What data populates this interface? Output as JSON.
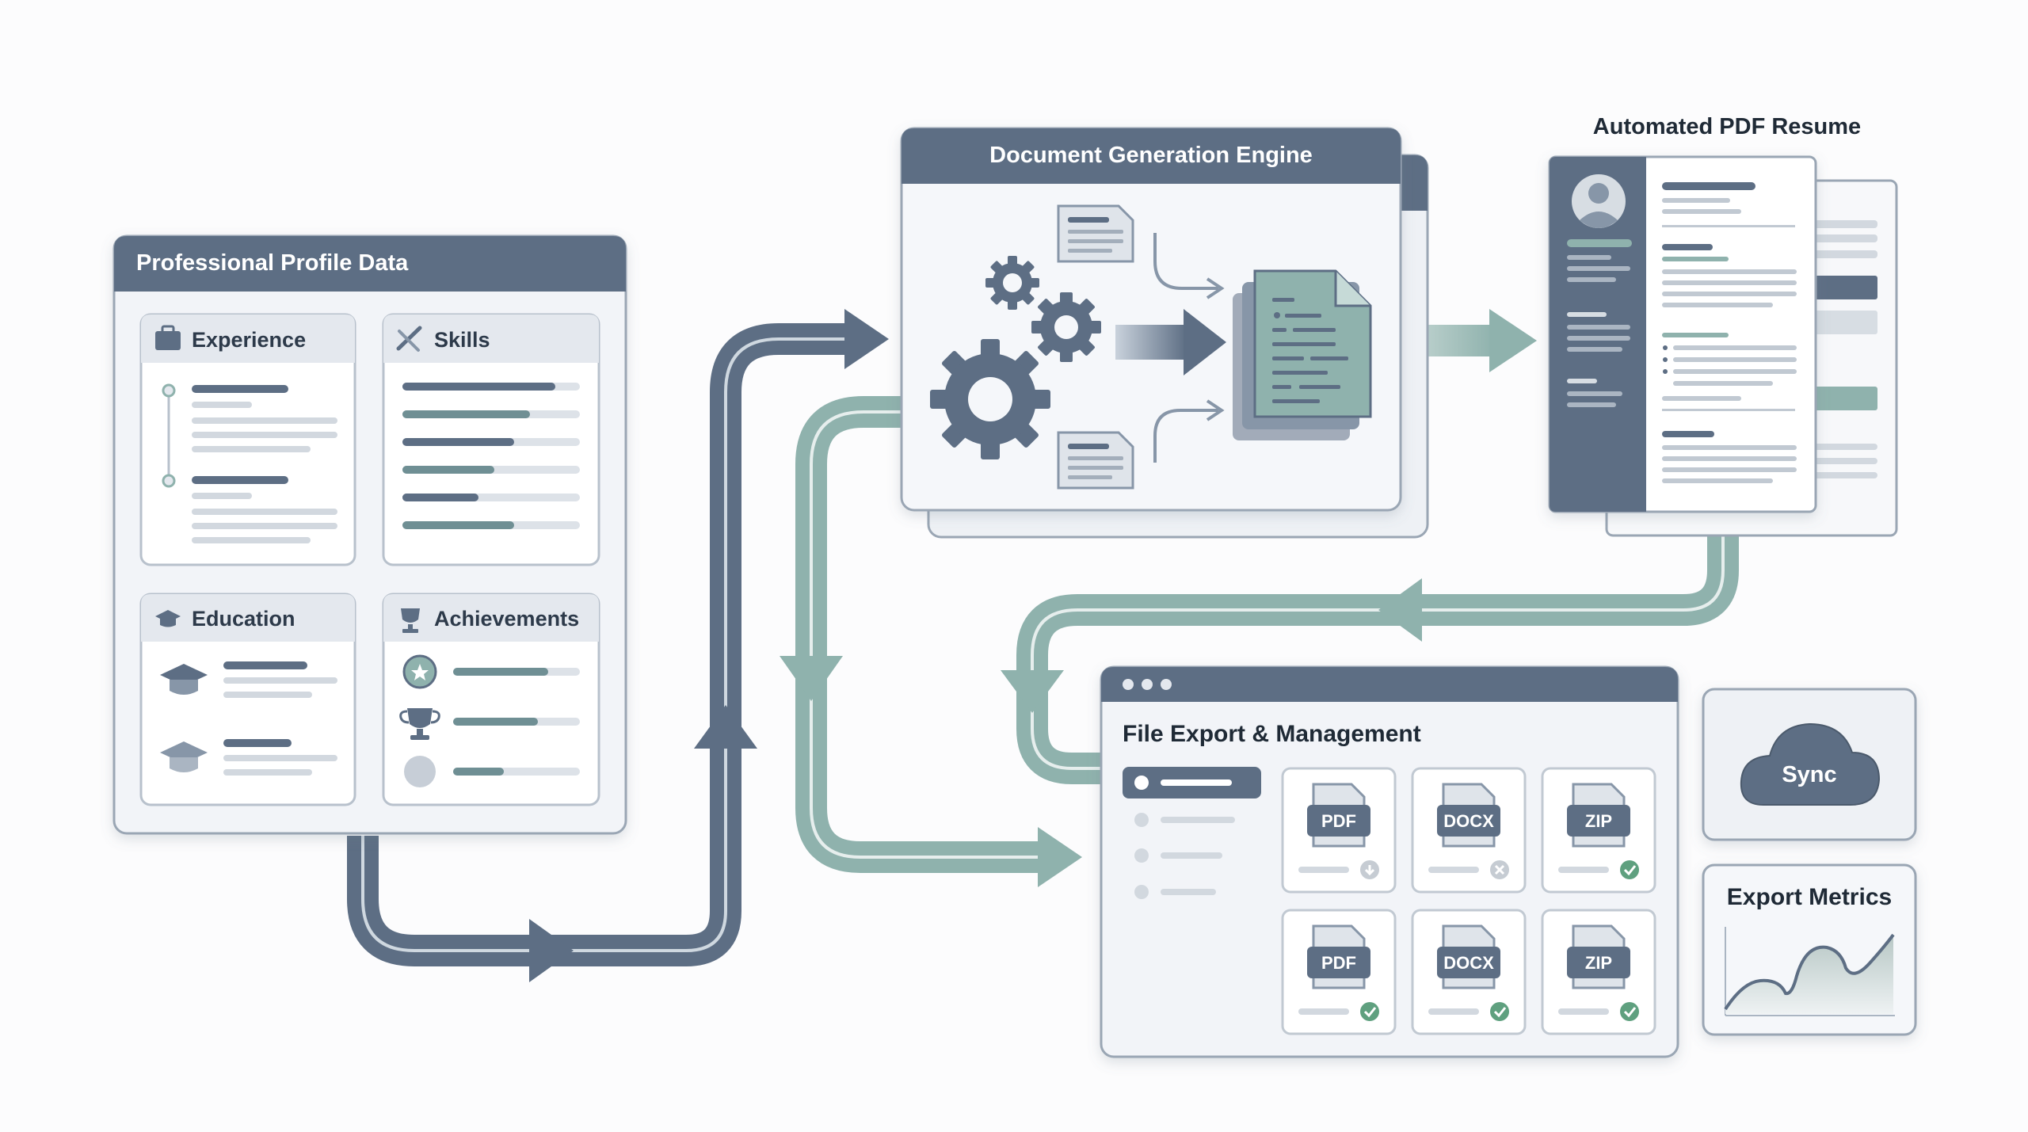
{
  "profile": {
    "title": "Professional Profile Data",
    "sections": {
      "experience": "Experience",
      "skills": "Skills",
      "education": "Education",
      "achievements": "Achievements"
    },
    "skill_levels": [
      0.86,
      0.72,
      0.63,
      0.52,
      0.43,
      0.63
    ],
    "achievement_levels": [
      0.75,
      0.67,
      0.4
    ]
  },
  "engine": {
    "title": "Document Generation Engine"
  },
  "resume": {
    "title": "Automated PDF Resume"
  },
  "export": {
    "title": "File Export & Management",
    "files": [
      {
        "type": "PDF",
        "status": "download"
      },
      {
        "type": "DOCX",
        "status": "error"
      },
      {
        "type": "ZIP",
        "status": "done"
      },
      {
        "type": "PDF",
        "status": "done"
      },
      {
        "type": "DOCX",
        "status": "done"
      },
      {
        "type": "ZIP",
        "status": "done"
      }
    ]
  },
  "sync": {
    "label": "Sync"
  },
  "metrics": {
    "title": "Export Metrics"
  },
  "colors": {
    "slate": "#5d6e84",
    "teal": "#8fb2ad",
    "ok": "#5fa07f",
    "err": "#c6ccd3"
  }
}
